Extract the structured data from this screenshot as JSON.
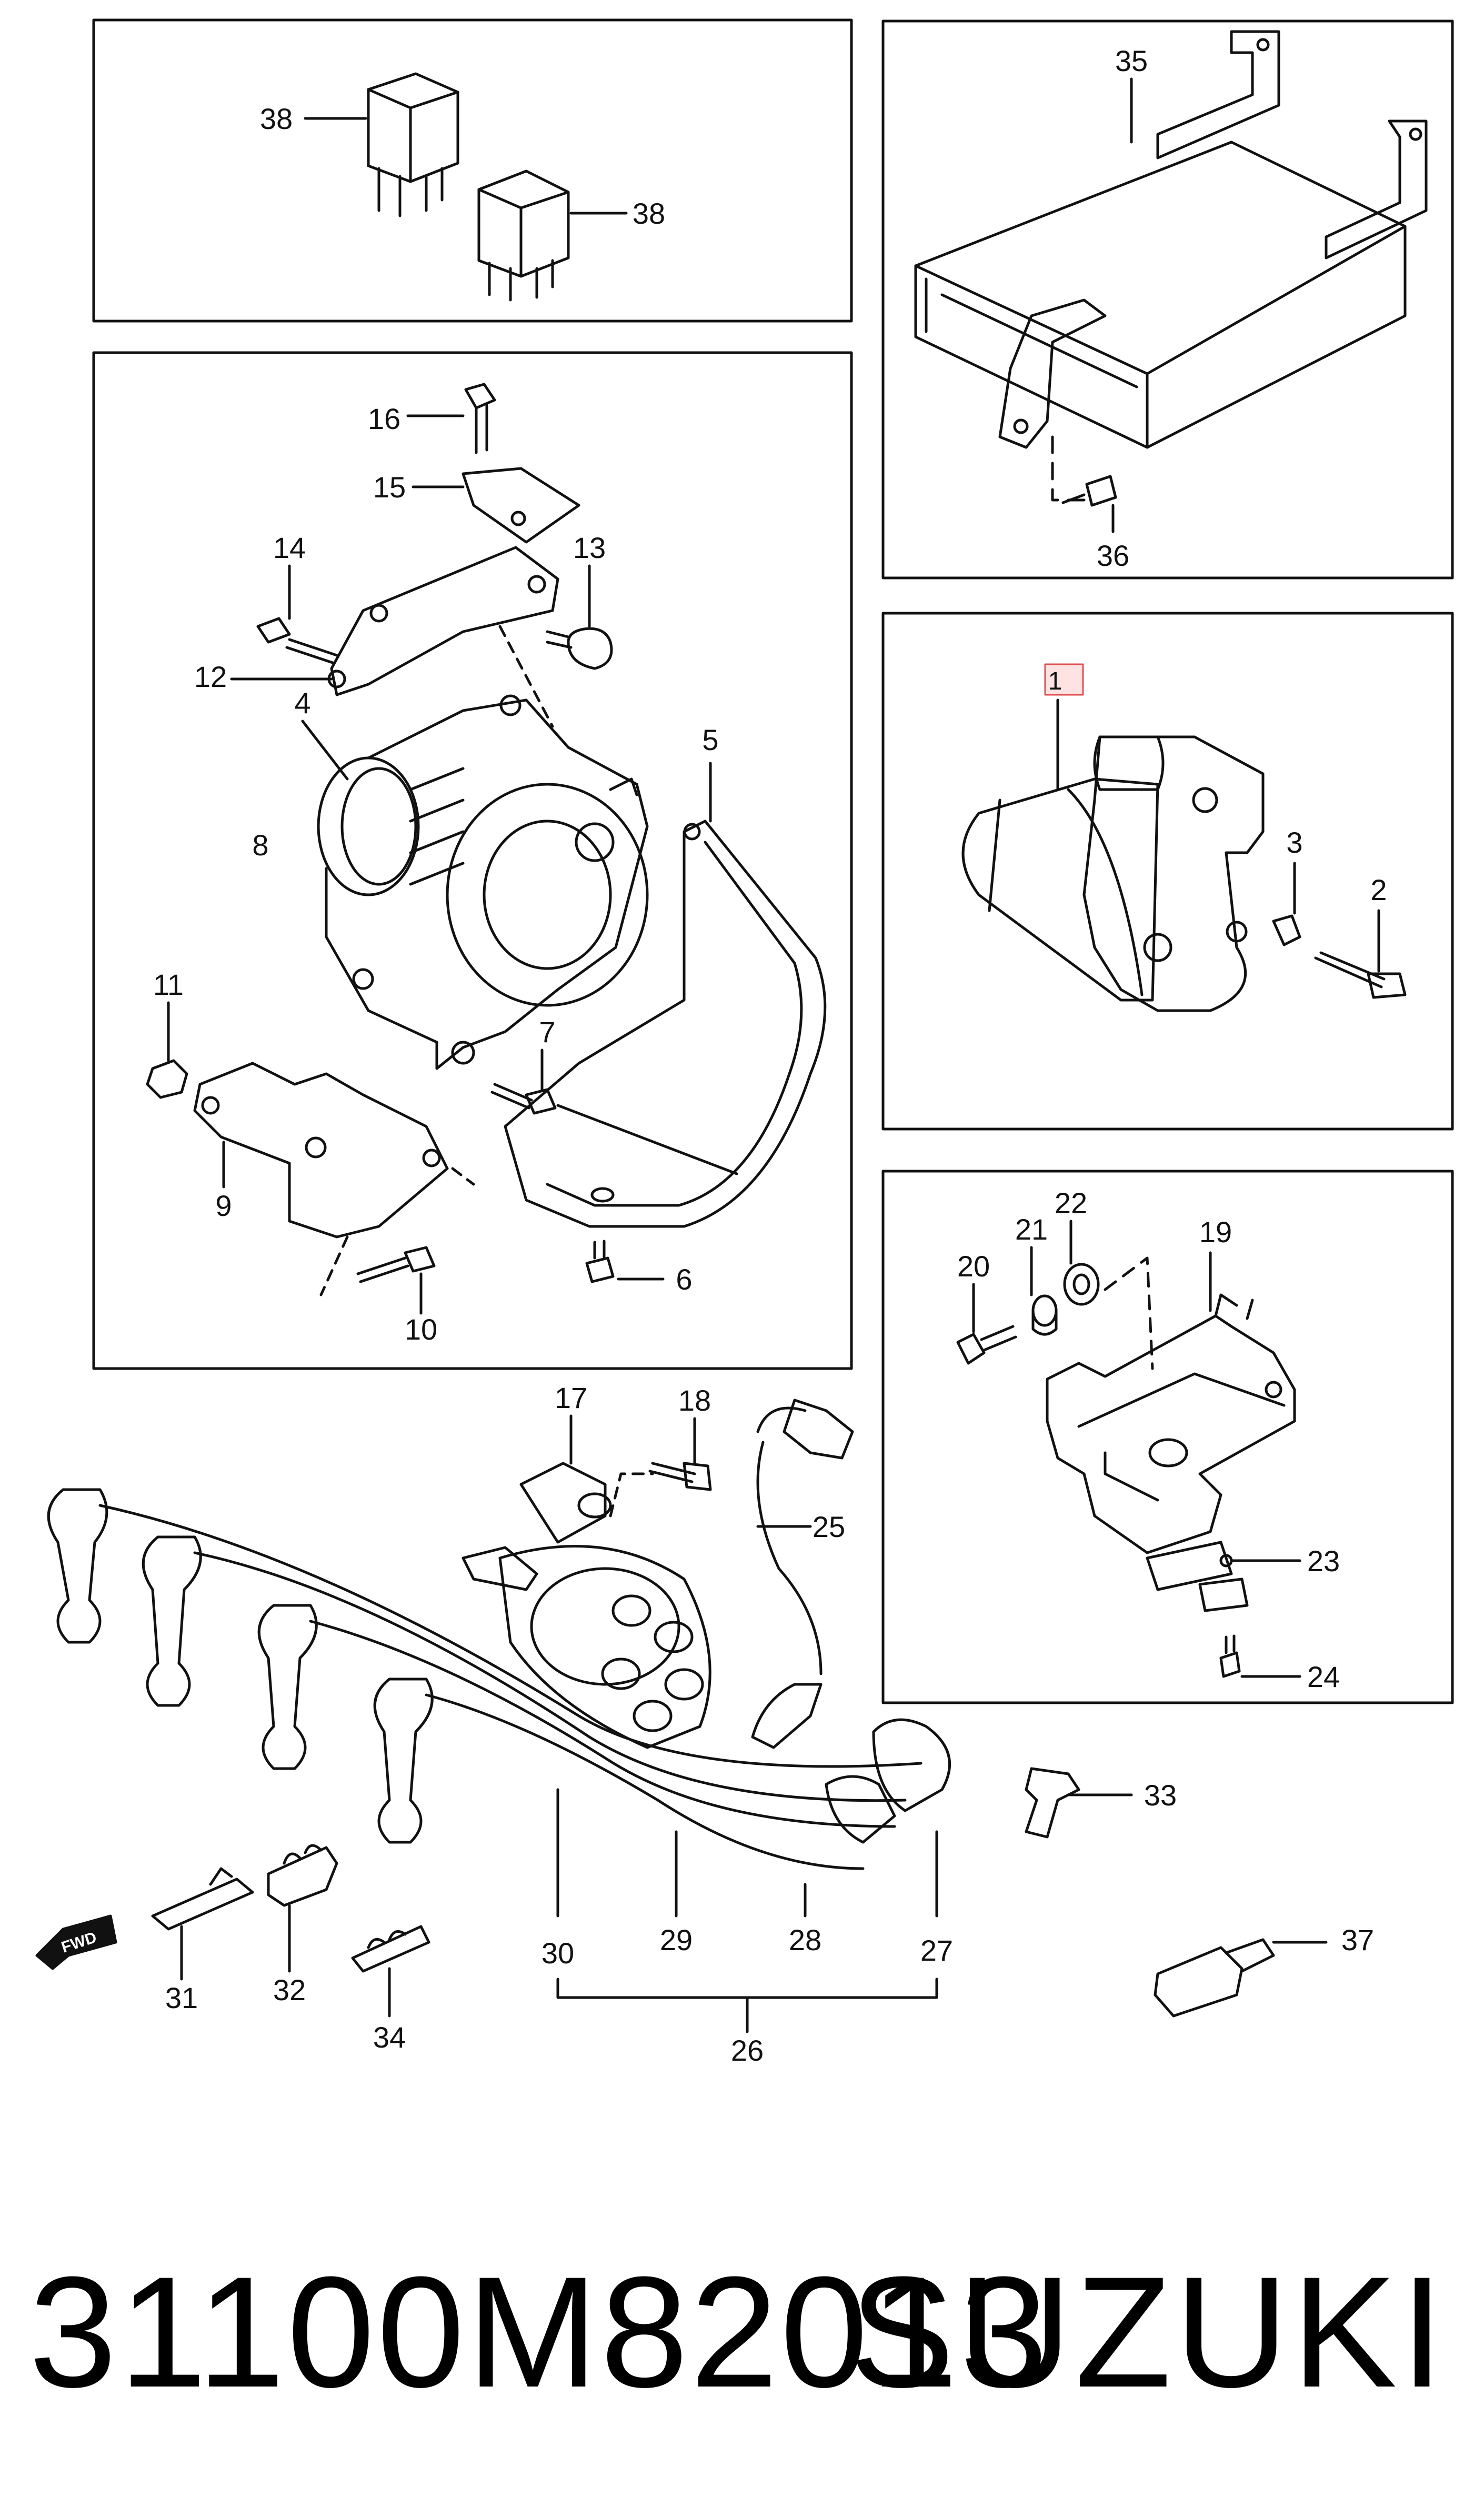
{
  "callouts": {
    "c1": "1",
    "c2": "2",
    "c3": "3",
    "c4": "4",
    "c5": "5",
    "c6": "6",
    "c7": "7",
    "c8": "8",
    "c9": "9",
    "c10": "10",
    "c11": "11",
    "c12": "12",
    "c13": "13",
    "c14": "14",
    "c15": "15",
    "c16": "16",
    "c17": "17",
    "c18": "18",
    "c19": "19",
    "c20": "20",
    "c21": "21",
    "c22": "22",
    "c23": "23",
    "c24": "24",
    "c25": "25",
    "c26": "26",
    "c27": "27",
    "c28": "28",
    "c29": "29",
    "c30": "30",
    "c31": "31",
    "c32": "32",
    "c33": "33",
    "c34": "34",
    "c35": "35",
    "c36": "36",
    "c37": "37",
    "c38a": "38",
    "c38b": "38"
  },
  "fwd_label": "FWD",
  "highlight_color": "#e05050",
  "caption": {
    "part_number": "31100M82013",
    "brand": "SUZUKI"
  }
}
